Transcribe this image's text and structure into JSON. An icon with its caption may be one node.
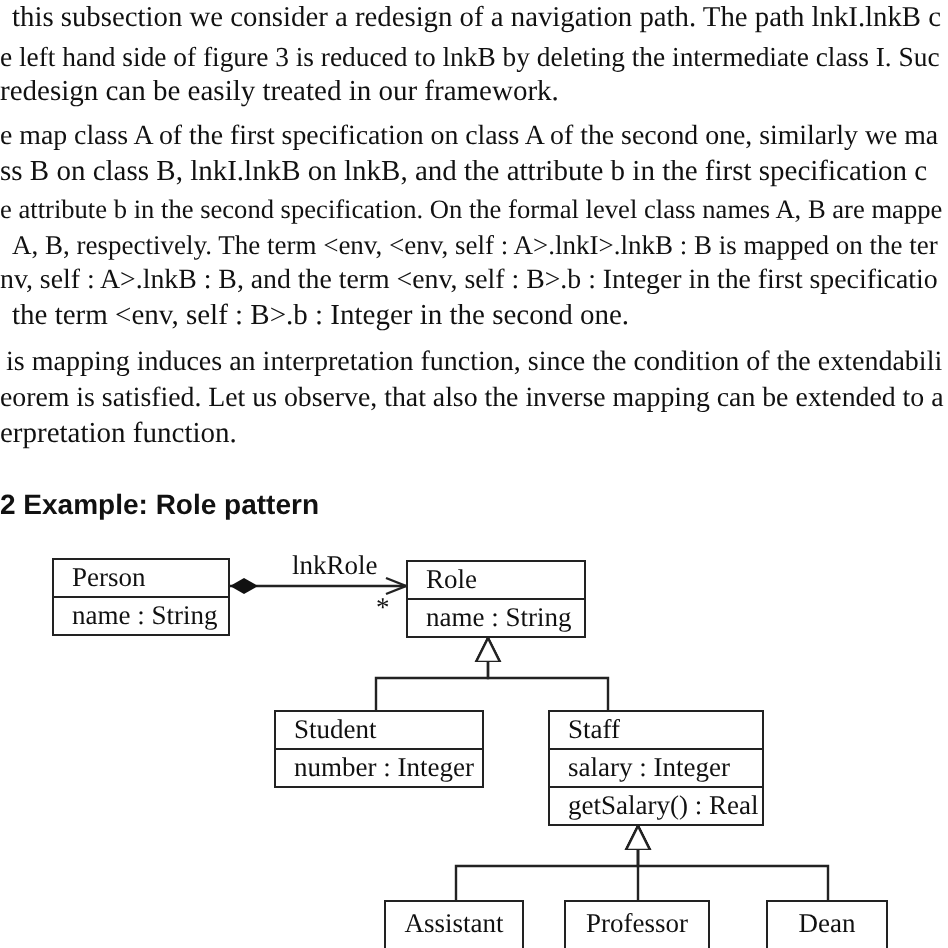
{
  "diagram": {
    "title": "2 Example: Role pattern",
    "nodes": [
      {
        "text": [
          "Person",
          "name : String"
        ]
      },
      {
        "text": [
          "Role",
          "name : String"
        ]
      },
      {
        "text": [
          "Student",
          "number : Integer"
        ]
      },
      {
        "text": [
          "Staff",
          "salary : Integer",
          "getSalary() : Real"
        ]
      },
      {
        "text": [
          "Assistant"
        ]
      },
      {
        "text": [
          "Professor"
        ]
      },
      {
        "text": [
          "Dean"
        ]
      }
    ],
    "edges": [
      {
        "from": 0,
        "to": 1,
        "arrow": "to",
        "label": "lnkRole"
      },
      {
        "from": 2,
        "to": 1,
        "arrow": "to"
      },
      {
        "from": 3,
        "to": 1,
        "arrow": "to"
      },
      {
        "from": 4,
        "to": 3,
        "arrow": "to"
      },
      {
        "from": 5,
        "to": 3,
        "arrow": "to"
      },
      {
        "from": 6,
        "to": 3,
        "arrow": "to"
      }
    ],
    "labels": [
      "this subsection we consider a redesign of a navigation path. The path lnkI.lnkB c",
      "e left hand side of figure 3 is reduced to lnkB by deleting the intermediate class I. Suc",
      "redesign can be easily treated in our framework.",
      "e map class A of the first specification on class A of the second one, similarly we ma",
      "ss B on class B, lnkI.lnkB on lnkB, and the attribute b in the first specification c",
      "e attribute b in the second specification. On the formal level class names A, B are mappe",
      "A, B, respectively. The term <env, <env, self : A>.lnkI>.lnkB : B is mapped on the ter",
      "nv, self : A>.lnkB : B, and the term <env, self : B>.b : Integer in the first specificatio",
      "the term <env, self : B>.b : Integer in the second one.",
      "is mapping induces an interpretation function, since the condition of the extendabili",
      "eorem is satisfied. Let us observe, that also the inverse mapping can be extended to a",
      "erpretation function.",
      "*"
    ]
  }
}
